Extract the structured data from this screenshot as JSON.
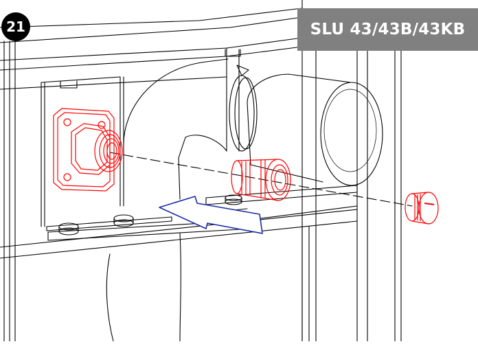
{
  "step": {
    "number": "21"
  },
  "header": {
    "model_label": "SLU 43/43B/43KB"
  },
  "colors": {
    "line": "#000000",
    "highlight": "#ff0000",
    "arrow": "#1a2aa6",
    "banner_bg": "#808080",
    "badge_bg": "#000000"
  },
  "icons": {
    "assembly": "installation-drawing",
    "arrow": "insert-direction-arrow"
  }
}
